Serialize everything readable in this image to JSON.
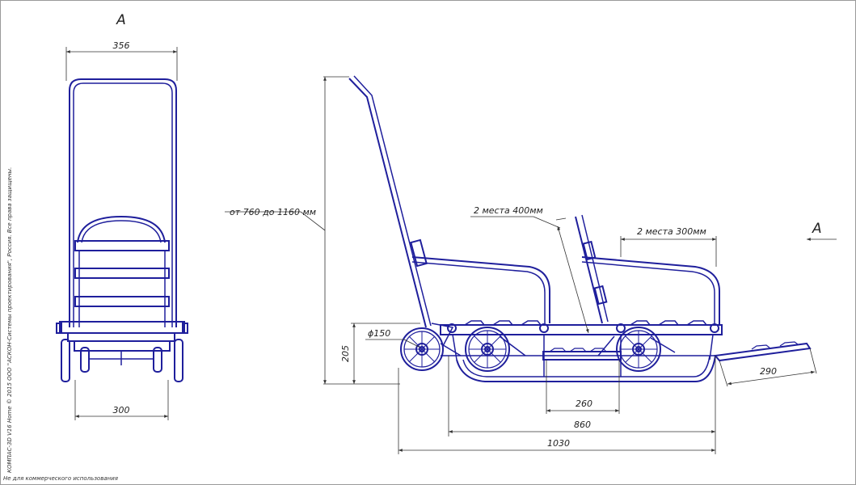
{
  "view_label_left": "A",
  "view_label_right": "A",
  "dimensions": {
    "front_width_top": "356",
    "front_width_bottom": "300",
    "handle_height": "от 760 до 1160 мм",
    "seat_front": "2 места 400мм",
    "seat_rear": "2 места 300мм",
    "height": "205",
    "wheel_diameter": "ϕ150",
    "board_length": "290",
    "platform_length": "260",
    "runner_length": "860",
    "total_length": "1030"
  },
  "watermark": {
    "copyright": "КОМПАС-3D V16 Home  © 2015 ООО \"АСКОН-Системы проектирования\", Россия. Все права защищены.",
    "noncommercial": "Не для коммерческого использования"
  },
  "colors": {
    "frame": "#1f1f9c",
    "dimension": "#333333"
  }
}
